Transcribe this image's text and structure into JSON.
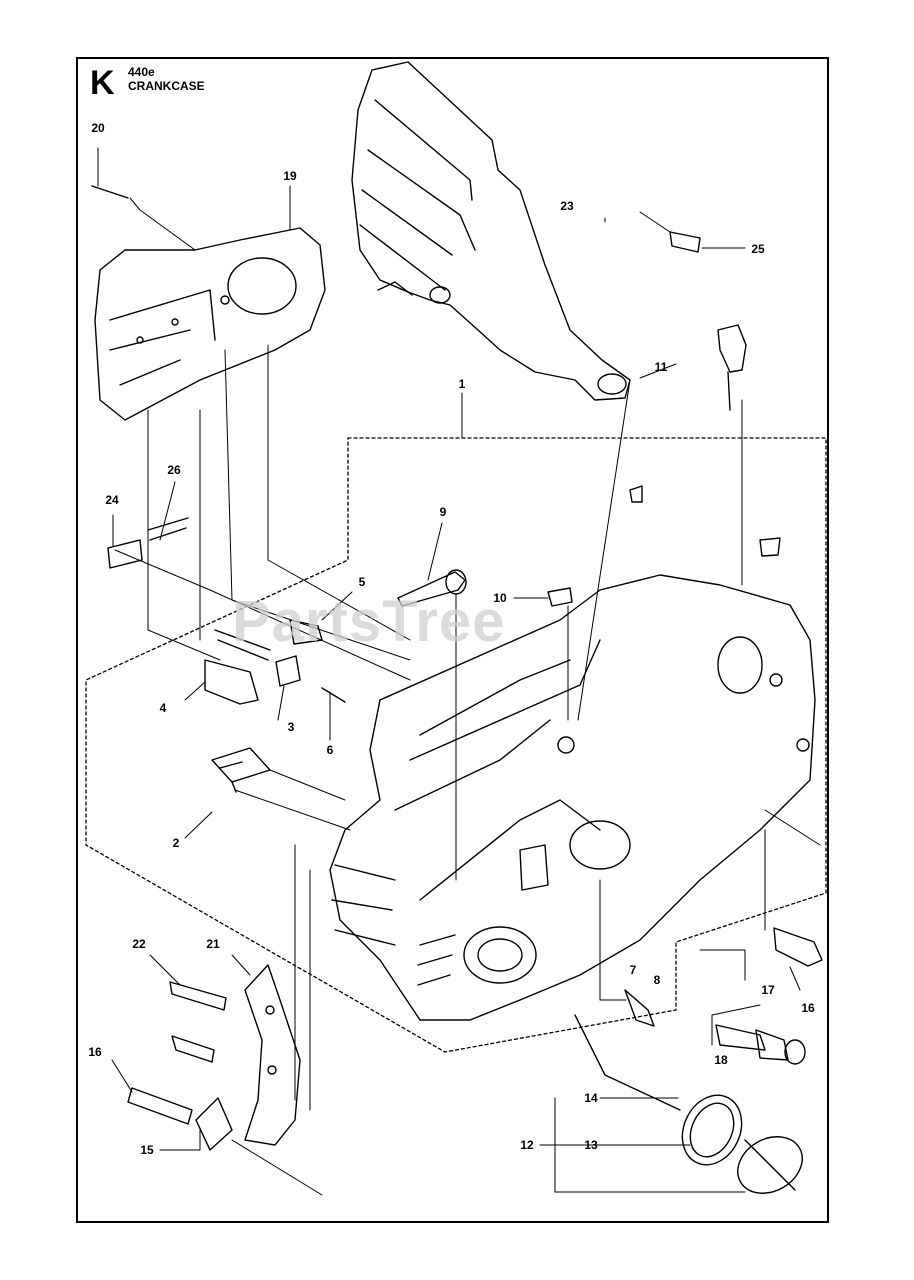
{
  "header": {
    "section_letter": "K",
    "model": "440e",
    "title": "CRANKCASE"
  },
  "watermark": "PartsTree",
  "callouts": [
    "1",
    "2",
    "3",
    "4",
    "5",
    "6",
    "7",
    "8",
    "9",
    "10",
    "11",
    "12",
    "13",
    "14",
    "15",
    "16",
    "16",
    "17",
    "18",
    "19",
    "20",
    "21",
    "22",
    "23",
    "24",
    "25",
    "26"
  ],
  "colors": {
    "line": "#000000",
    "watermark": "#cfcfcf",
    "background": "#ffffff"
  }
}
